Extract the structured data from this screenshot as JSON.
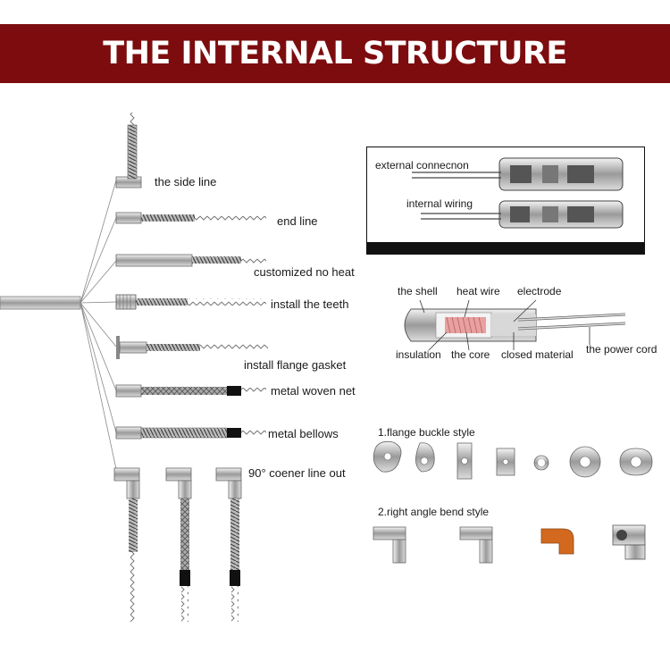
{
  "header": {
    "title": "THE INTERNAL STRUCTURE"
  },
  "left_variants": [
    "the side line",
    "end line",
    "customized no heat",
    "install the teeth",
    "install flange gasket",
    "metal woven net",
    "metal bellows",
    "90° coener line out"
  ],
  "wiring_box": {
    "external": "external connecnon",
    "internal": "internal wiring"
  },
  "cutaway": {
    "shell": "the shell",
    "heat_wire": "heat wire",
    "electrode": "electrode",
    "insulation": "insulation",
    "core": "the core",
    "closed_material": "closed material",
    "power_cord": "the power cord"
  },
  "styles": {
    "flange": "1.flange buckle style",
    "angle": "2.right angle bend style"
  },
  "colors": {
    "banner": "#7d0c0e",
    "copper": "#d2691e",
    "heat_core": "#e8a0a0"
  }
}
